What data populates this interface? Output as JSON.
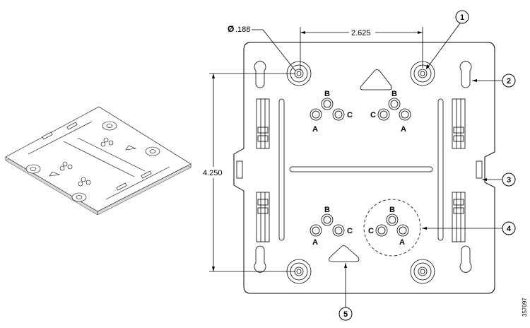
{
  "dimensions": {
    "hole_diameter": ".188",
    "hole_symbol": "Ø",
    "horizontal_spacing": "2.625",
    "vertical_spacing": "4.250"
  },
  "callouts": [
    "1",
    "2",
    "3",
    "4",
    "5"
  ],
  "hole_group_letters": {
    "a": "A",
    "b": "B",
    "c": "C"
  },
  "figure_id": "357097"
}
